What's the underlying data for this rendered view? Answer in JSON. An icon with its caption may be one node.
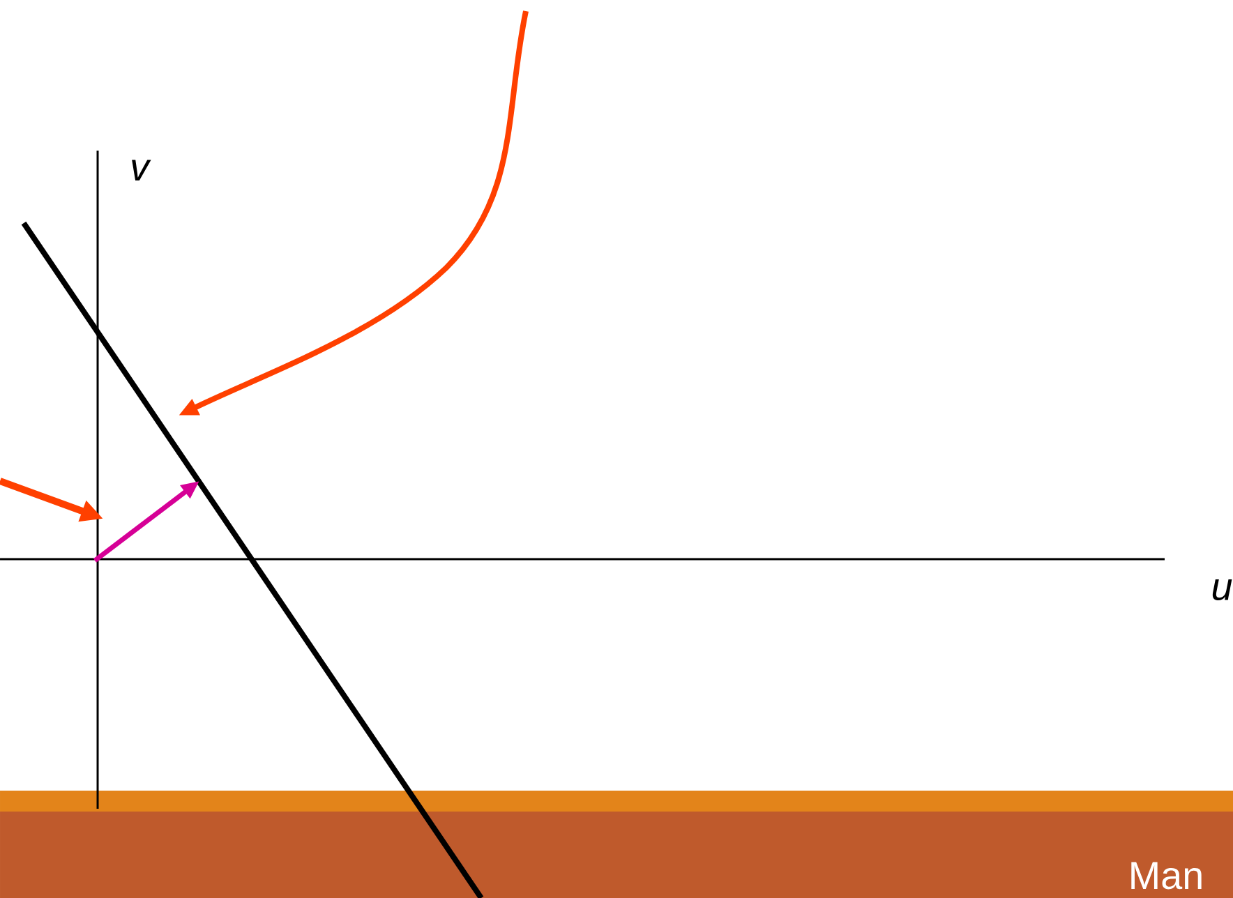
{
  "diagram": {
    "labels": [
      "v",
      "u",
      "Man"
    ]
  }
}
